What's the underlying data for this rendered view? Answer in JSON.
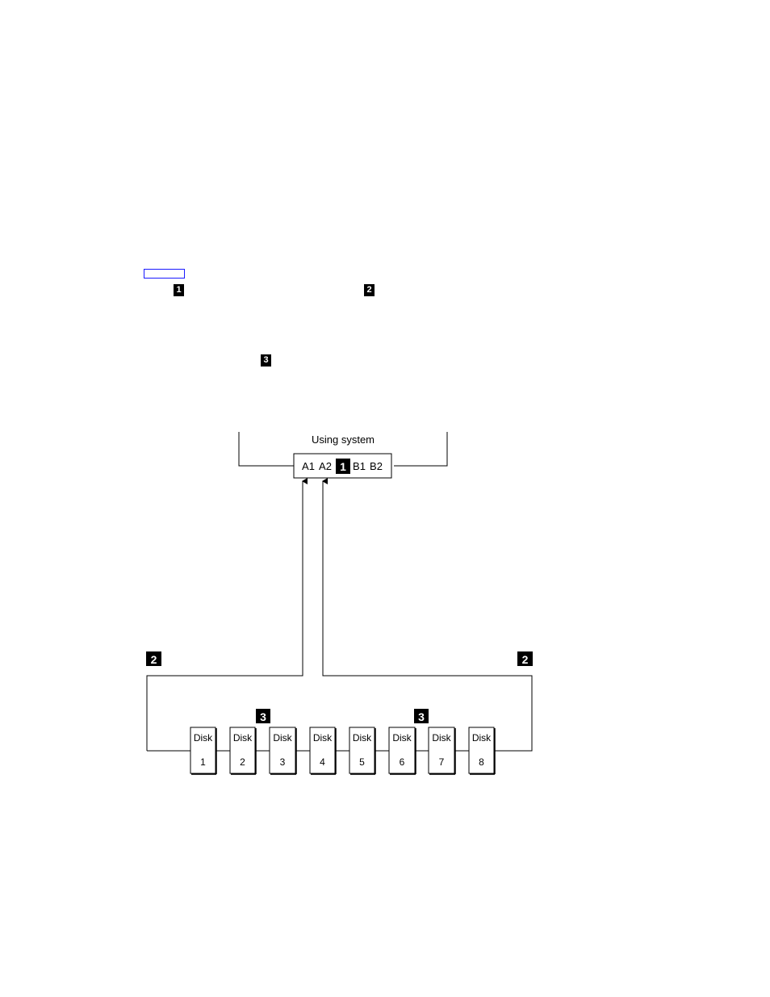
{
  "callouts": {
    "c1": "1",
    "c2": "2",
    "c3": "3"
  },
  "system": {
    "label": "Using system",
    "ports": {
      "a1": "A1",
      "a2": "A2",
      "b1": "B1",
      "b2": "B2"
    }
  },
  "disks": [
    {
      "label": "Disk",
      "number": "1"
    },
    {
      "label": "Disk",
      "number": "2"
    },
    {
      "label": "Disk",
      "number": "3"
    },
    {
      "label": "Disk",
      "number": "4"
    },
    {
      "label": "Disk",
      "number": "5"
    },
    {
      "label": "Disk",
      "number": "6"
    },
    {
      "label": "Disk",
      "number": "7"
    },
    {
      "label": "Disk",
      "number": "8"
    }
  ]
}
